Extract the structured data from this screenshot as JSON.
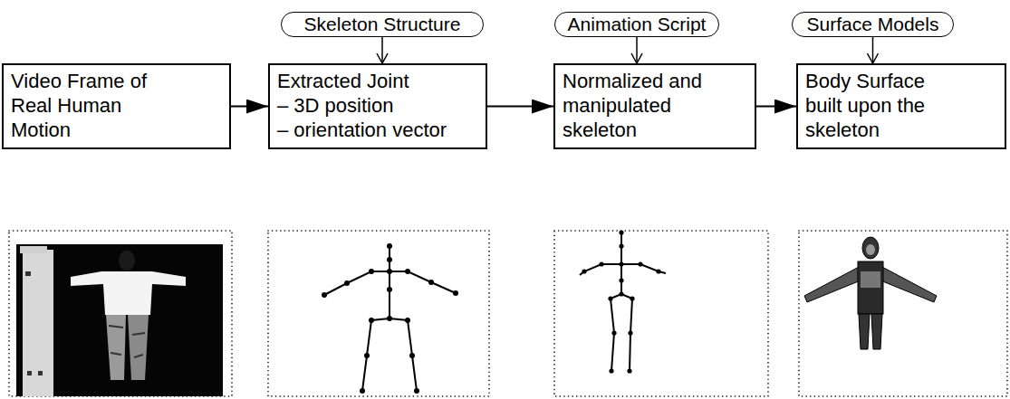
{
  "diagram": {
    "nodes": [
      {
        "text": [
          "Skeleton Structure"
        ]
      },
      {
        "text": [
          "Animation Script"
        ]
      },
      {
        "text": [
          "Surface Models"
        ]
      },
      {
        "text": [
          "Video Frame of Real Human Motion"
        ]
      },
      {
        "text": [
          "Extracted Joint",
          "– 3D position",
          "– orientation vector"
        ]
      },
      {
        "text": [
          "Normalized and manipulated skeleton"
        ]
      },
      {
        "text": [
          "Body Surface built upon the skeleton"
        ]
      }
    ],
    "edges": [
      {
        "from": 0,
        "to": 4,
        "arrow": "to"
      },
      {
        "from": 1,
        "to": 5,
        "arrow": "to"
      },
      {
        "from": 2,
        "to": 6,
        "arrow": "to"
      },
      {
        "from": 3,
        "to": 4,
        "arrow": "to"
      },
      {
        "from": 4,
        "to": 5,
        "arrow": "to"
      },
      {
        "from": 5,
        "to": 6,
        "arrow": "to"
      }
    ]
  }
}
